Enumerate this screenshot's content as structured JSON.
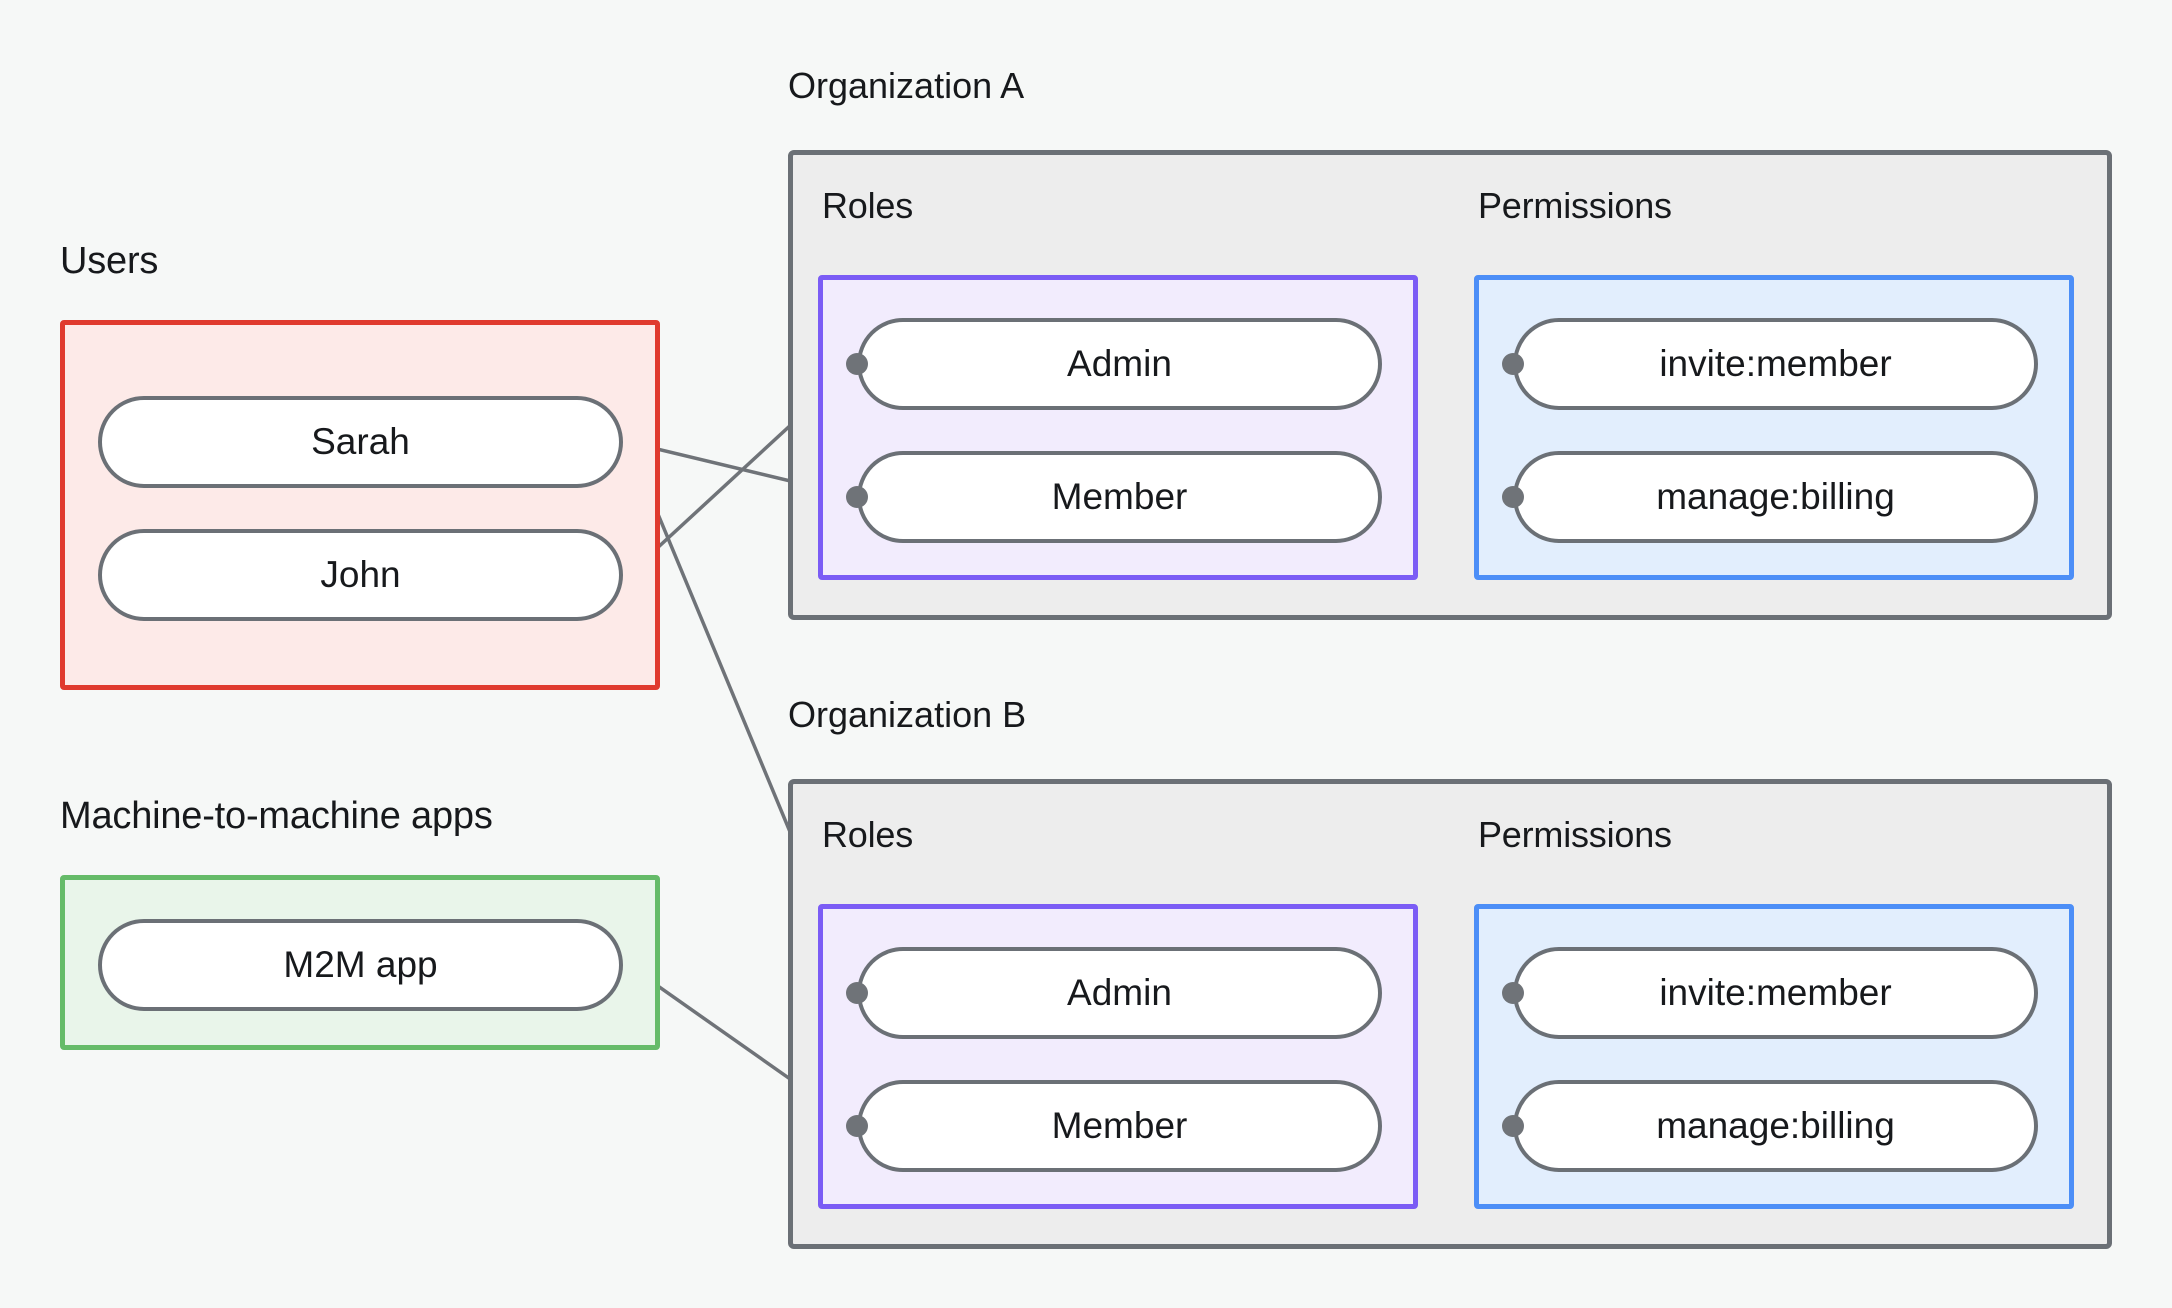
{
  "background_color": "#f6f8f7",
  "edge_color": "#6f7378",
  "sections": {
    "users": {
      "caption": "Users",
      "box_color": "#e03a2e",
      "box_fill": "#fdeae8",
      "nodes": [
        {
          "label": "Sarah"
        },
        {
          "label": "John"
        }
      ]
    },
    "m2m": {
      "caption": "Machine-to-machine apps",
      "box_color": "#65bb69",
      "box_fill": "#e9f5ea",
      "nodes": [
        {
          "label": "M2M app"
        }
      ]
    }
  },
  "organizations": [
    {
      "label": "Organization A",
      "roles": {
        "caption": "Roles",
        "box_color": "#7b5cf5",
        "box_fill": "#f2ecfd",
        "nodes": [
          {
            "label": "Admin"
          },
          {
            "label": "Member"
          }
        ]
      },
      "permissions": {
        "caption": "Permissions",
        "box_color": "#4c8ef7",
        "box_fill": "#e2eefd",
        "nodes": [
          {
            "label": "invite:member"
          },
          {
            "label": "manage:billing"
          }
        ]
      }
    },
    {
      "label": "Organization B",
      "roles": {
        "caption": "Roles",
        "box_color": "#7b5cf5",
        "box_fill": "#f2ecfd",
        "nodes": [
          {
            "label": "Admin"
          },
          {
            "label": "Member"
          }
        ]
      },
      "permissions": {
        "caption": "Permissions",
        "box_color": "#4c8ef7",
        "box_fill": "#e2eefd",
        "nodes": [
          {
            "label": "invite:member"
          },
          {
            "label": "manage:billing"
          }
        ]
      }
    }
  ],
  "connections": [
    {
      "from": "Sarah",
      "to": "Organization A / Member"
    },
    {
      "from": "Sarah",
      "to": "Organization B / Admin"
    },
    {
      "from": "John",
      "to": "Organization A / Admin"
    },
    {
      "from": "M2M app",
      "to": "Organization B / Member"
    },
    {
      "from": "Organization A / Admin",
      "to": "Organization A / invite:member"
    },
    {
      "from": "Organization A / Admin",
      "to": "Organization A / manage:billing"
    },
    {
      "from": "Organization A / Member",
      "to": "Organization A / manage:billing"
    },
    {
      "from": "Organization B / Admin",
      "to": "Organization B / invite:member"
    },
    {
      "from": "Organization B / Admin",
      "to": "Organization B / manage:billing"
    },
    {
      "from": "Organization B / Member",
      "to": "Organization B / manage:billing"
    }
  ]
}
